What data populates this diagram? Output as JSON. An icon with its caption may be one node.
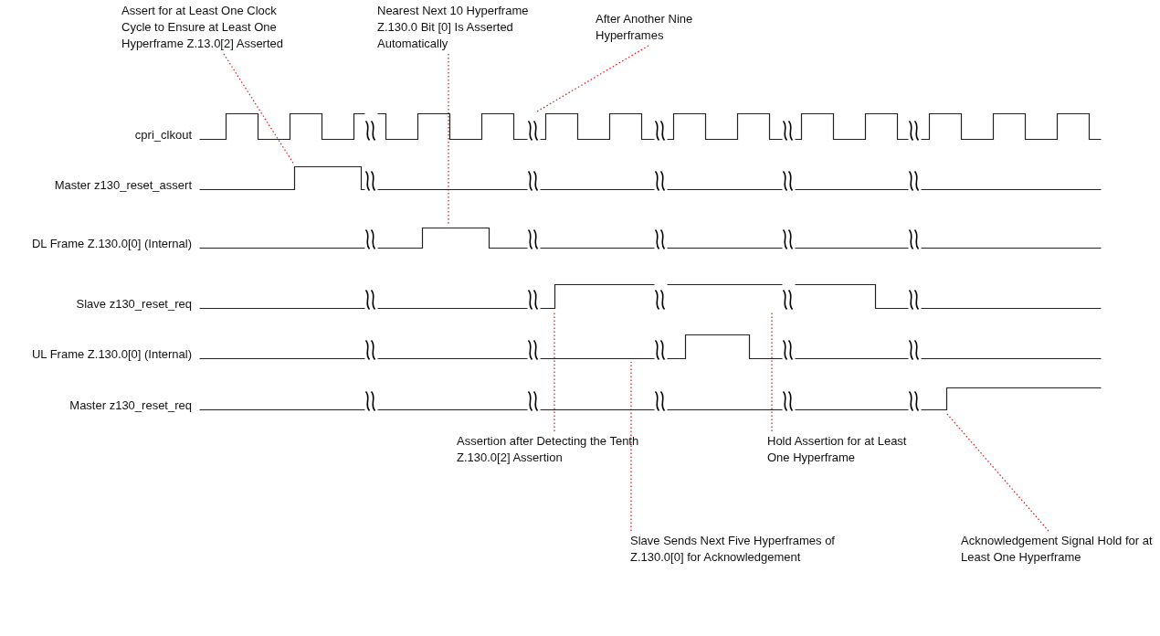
{
  "diagram": {
    "nodes": [
      {
        "text": [
          "Assert for at Least One Clock Cycle to Ensure at Least One Hyperframe Z.13.0[2] Asserted"
        ]
      },
      {
        "text": [
          "Nearest Next 10 Hyperframe Z.130.0 Bit [0] Is Asserted Automatically"
        ]
      },
      {
        "text": [
          "After Another Nine Hyperframes"
        ]
      },
      {
        "text": [
          "cpri_clkout"
        ]
      },
      {
        "text": [
          "Master z130_reset_assert"
        ]
      },
      {
        "text": [
          "DL Frame Z.130.0[0] (Internal)"
        ]
      },
      {
        "text": [
          "Slave z130_reset_req"
        ]
      },
      {
        "text": [
          "UL Frame Z.130.0[0] (Internal)"
        ]
      },
      {
        "text": [
          "Master z130_reset_req"
        ]
      },
      {
        "text": [
          "Assertion after Detecting the Tenth Z.130.0[2] Assertion"
        ]
      },
      {
        "text": [
          "Hold Assertion for at Least One Hyperframe"
        ]
      },
      {
        "text": [
          "Slave Sends Next Five Hyperframes of Z.130.0[0] for Acknowledgement"
        ]
      },
      {
        "text": [
          "Acknowledgement Signal Hold for at Least One Hyperframe"
        ]
      }
    ],
    "edges": [
      {
        "from": 0,
        "to": 4,
        "arrow": "none",
        "style": "dashed"
      },
      {
        "from": 1,
        "to": 5,
        "arrow": "none",
        "style": "dashed"
      },
      {
        "from": 2,
        "to": 3,
        "arrow": "none",
        "style": "dashed"
      },
      {
        "from": 9,
        "to": 6,
        "arrow": "none",
        "style": "dashed"
      },
      {
        "from": 10,
        "to": 6,
        "arrow": "none",
        "style": "dashed"
      },
      {
        "from": 11,
        "to": 7,
        "arrow": "none",
        "style": "dashed"
      },
      {
        "from": 12,
        "to": 8,
        "arrow": "none",
        "style": "dashed"
      }
    ]
  }
}
